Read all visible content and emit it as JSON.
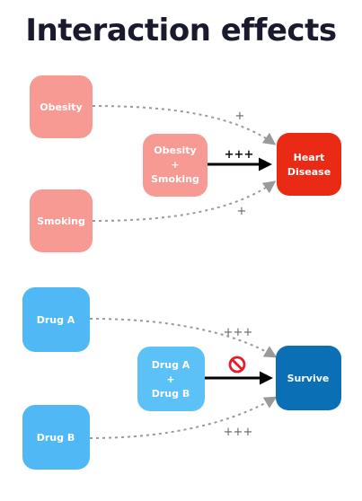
{
  "title": "Interaction effects",
  "colors": {
    "risk_factor": "#f79a93",
    "combined_risk": "#f79a93",
    "outcome_risk": "#ea2a14",
    "drug": "#4fb8f5",
    "combined_drug": "#5cc1f7",
    "outcome_drug": "#0b6fb5",
    "dashed_edge": "#9a9a9a",
    "solid_edge": "#000000",
    "no_symbol": "#e11d2a"
  },
  "top": {
    "obesity": "Obesity",
    "smoking": "Smoking",
    "combined": {
      "line1": "Obesity",
      "line2": "+",
      "line3": "Smoking"
    },
    "outcome": {
      "line1": "Heart",
      "line2": "Disease"
    },
    "edge_obesity_label": "+",
    "edge_smoking_label": "+",
    "edge_combined_label": "+++"
  },
  "bottom": {
    "drug_a": "Drug A",
    "drug_b": "Drug B",
    "combined": {
      "line1": "Drug A",
      "line2": "+",
      "line3": "Drug B"
    },
    "outcome": "Survive",
    "edge_drug_a_label": "+++",
    "edge_drug_b_label": "+++",
    "combined_icon": "no-entry-icon"
  }
}
